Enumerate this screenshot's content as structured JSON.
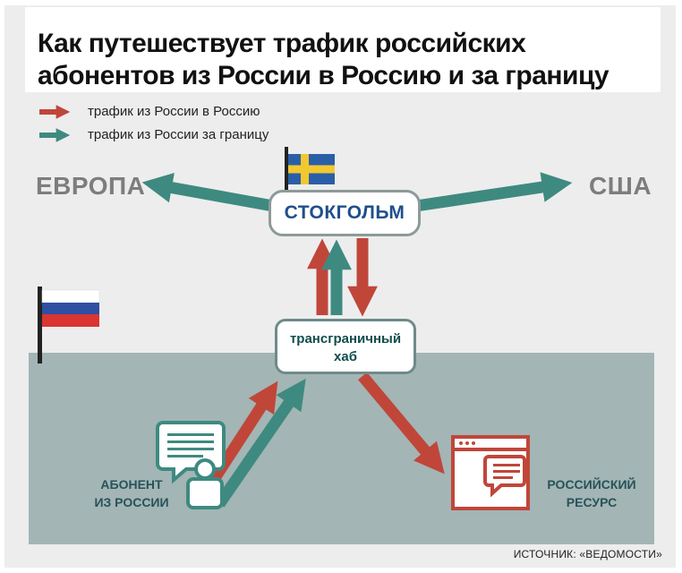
{
  "title": {
    "line1": "Как путешествует трафик российских",
    "line2": "абонентов из России в Россию и за границу"
  },
  "legend": [
    {
      "label": "трафик из России в Россию",
      "color": "#c0463a"
    },
    {
      "label": "трафик из России за границу",
      "color": "#3e8a80"
    }
  ],
  "regions": {
    "europe": "ЕВРОПА",
    "usa": "США"
  },
  "nodes": {
    "stockholm": "СТОКГОЛЬМ",
    "hub_line1": "трансграничный",
    "hub_line2": "хаб"
  },
  "labels": {
    "subscriber_line1": "АБОНЕНТ",
    "subscriber_line2": "ИЗ РОССИИ",
    "resource_line1": "РОССИЙСКИЙ",
    "resource_line2": "РЕСУРС"
  },
  "source": "ИСТОЧНИК: «ВЕДОМОСТИ»",
  "colors": {
    "domestic": "#c0463a",
    "abroad": "#3e8a80",
    "russia_area": "#a3b5b4",
    "background": "#ededed"
  },
  "icons": [
    "sweden-flag-icon",
    "russia-flag-icon",
    "chat-bubble-icon",
    "user-icon",
    "browser-window-icon"
  ]
}
